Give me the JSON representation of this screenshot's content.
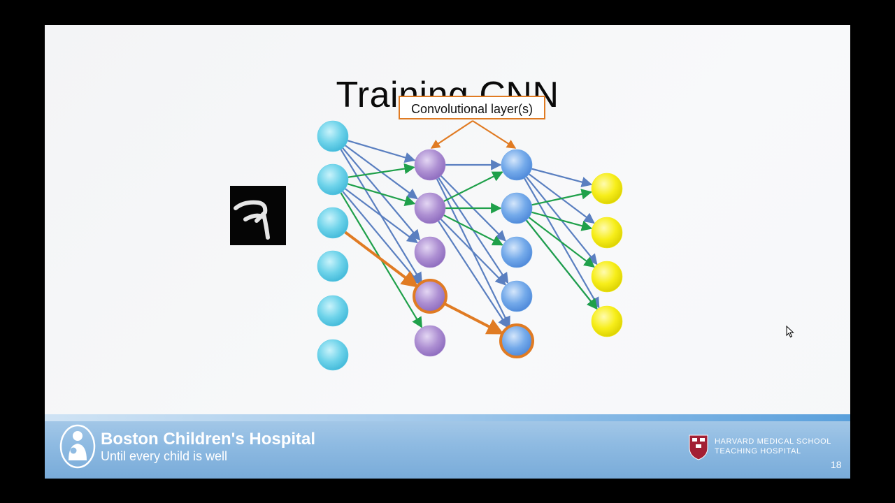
{
  "slide": {
    "title": "Training CNN",
    "conv_label": "Convolutional layer(s)",
    "number": "18"
  },
  "footer": {
    "hospital_name": "Boston Children's Hospital",
    "tagline": "Until every child is well",
    "hms_line1": "HARVARD MEDICAL SCHOOL",
    "hms_line2": "TEACHING HOSPITAL"
  },
  "network": {
    "layers": [
      {
        "name": "input",
        "count": 6,
        "color": "#62cde6"
      },
      {
        "name": "conv1",
        "count": 5,
        "color": "#a98ad0"
      },
      {
        "name": "conv2",
        "count": 5,
        "color": "#6ea6e6"
      },
      {
        "name": "output",
        "count": 4,
        "color": "#f5ec16"
      }
    ],
    "edge_colors": {
      "blue": "#5a7fc0",
      "green": "#1fa04a",
      "orange": "#e07b23"
    },
    "highlighted_path": [
      {
        "layer": 0,
        "node": 2
      },
      {
        "layer": 1,
        "node": 3
      },
      {
        "layer": 2,
        "node": 4
      }
    ]
  },
  "icons": {
    "logo": "boston-childrens-logo-icon",
    "shield": "harvard-shield-icon",
    "cursor": "mouse-pointer-icon"
  }
}
